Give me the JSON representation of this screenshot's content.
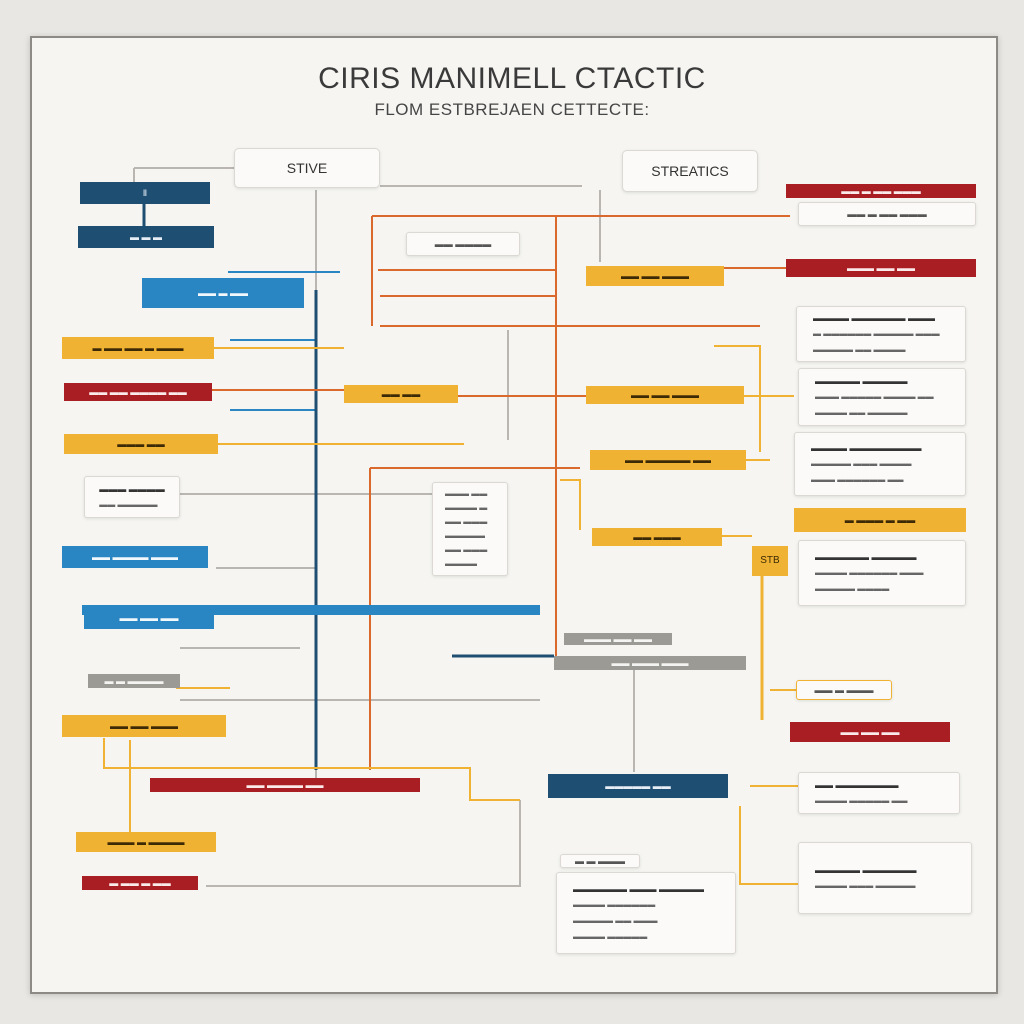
{
  "title": "CIRIS MANIMELL CTACTIC",
  "subtitle": "FLOM ESTBREJAEN CETTECTE:",
  "node_labels": {
    "stive": "STIVE",
    "streatics": "STREATICS",
    "n_l1": "Ⅱ",
    "n_l2": "▬ ▬ ▬",
    "n_l3": "▬▬ ▬ ▬▬",
    "n_l4": "▬ ▬▬ ▬▬ ▬ ▬▬▬",
    "n_l5": "▬▬ ▬▬ ▬▬▬▬ ▬▬",
    "n_l6": "▬▬▬ ▬▬",
    "n_l7": "▬▬ ▬▬▬▬ ▬▬▬",
    "n_l8": "▬▬ ▬▬ ▬▬",
    "n_l9": "▬ ▬ ▬▬▬▬",
    "n_l10": "▬▬ ▬▬ ▬▬▬",
    "n_l11": "▬▬ ▬▬▬▬ ▬▬",
    "n_l12": "▬▬▬ ▬ ▬▬▬▬",
    "n_l13": "▬ ▬▬ ▬ ▬▬",
    "n_c1": "▬▬ ▬▬▬▬",
    "n_c2": "▬▬ ▬▬",
    "n_c3": "▬▬ ▬▬ ▬▬▬",
    "n_c4": "▬▬ ▬▬ ▬▬▬",
    "n_c5": "▬▬ ▬▬▬▬▬ ▬▬",
    "n_c6": "▬▬ ▬▬▬",
    "n_c7": "▬▬▬ ▬▬ ▬▬",
    "n_c8": "▬▬ ▬▬▬ ▬▬▬",
    "n_c9": "▬▬▬▬▬ ▬▬",
    "n_c10": "▬ ▬ ▬▬▬",
    "n_r1": "▬▬ ▬ ▬▬ ▬▬▬",
    "n_r2": "▬▬▬ ▬▬ ▬▬",
    "n_r3": "▬ ▬▬▬ ▬ ▬▬",
    "n_r4": "STB",
    "n_r5": "▬▬ ▬ ▬▬▬",
    "n_r6": "▬▬ ▬▬ ▬▬"
  },
  "cards": {
    "c_right1": [
      "▬▬▬▬ ▬▬▬▬▬▬ ▬▬▬",
      "▬ ▬▬▬▬▬▬ ▬▬▬▬▬ ▬▬▬",
      "▬▬▬▬▬ ▬▬ ▬▬▬▬"
    ],
    "c_right2": [
      "▬▬▬▬▬ ▬▬▬▬▬",
      "▬▬▬ ▬▬▬▬▬ ▬▬▬▬ ▬▬",
      "▬▬▬▬ ▬▬ ▬▬▬▬▬"
    ],
    "c_right3": [
      "▬▬▬▬ ▬▬▬▬▬▬▬▬",
      "▬▬▬▬▬ ▬▬▬ ▬▬▬▬",
      "▬▬▬ ▬▬▬▬▬▬ ▬▬"
    ],
    "c_right4": [
      "▬▬▬▬▬▬ ▬▬▬▬▬",
      "▬▬▬▬ ▬▬▬▬▬▬ ▬▬▬",
      "▬▬▬▬▬ ▬▬▬▬"
    ],
    "c_right5": [
      "▬▬ ▬▬▬▬▬▬▬",
      "▬▬▬▬ ▬▬▬▬▬ ▬▬"
    ],
    "c_right6": [
      "▬▬▬▬▬ ▬▬▬▬▬▬",
      "▬▬▬▬ ▬▬▬ ▬▬▬▬▬"
    ],
    "c_mid": [
      "▬▬▬ ▬▬",
      "▬▬▬▬ ▬",
      "▬▬ ▬▬▬",
      "▬▬▬▬▬",
      "▬▬ ▬▬▬",
      "▬▬▬▬"
    ],
    "c_bottom": [
      "▬▬▬▬▬▬ ▬▬▬ ▬▬▬▬▬",
      "▬▬▬▬ ▬▬▬▬▬▬",
      "▬▬▬▬▬ ▬▬ ▬▬▬",
      "▬▬▬▬ ▬▬▬▬▬"
    ],
    "c_left": [
      "▬▬▬ ▬▬▬▬",
      "▬▬ ▬▬▬▬▬"
    ]
  },
  "colors": {
    "navy": "#1f4e73",
    "blue": "#2a86c2",
    "red": "#a81e22",
    "orange": "#d9692c",
    "yellow": "#f0b232",
    "gray": "#b9b6b1"
  }
}
